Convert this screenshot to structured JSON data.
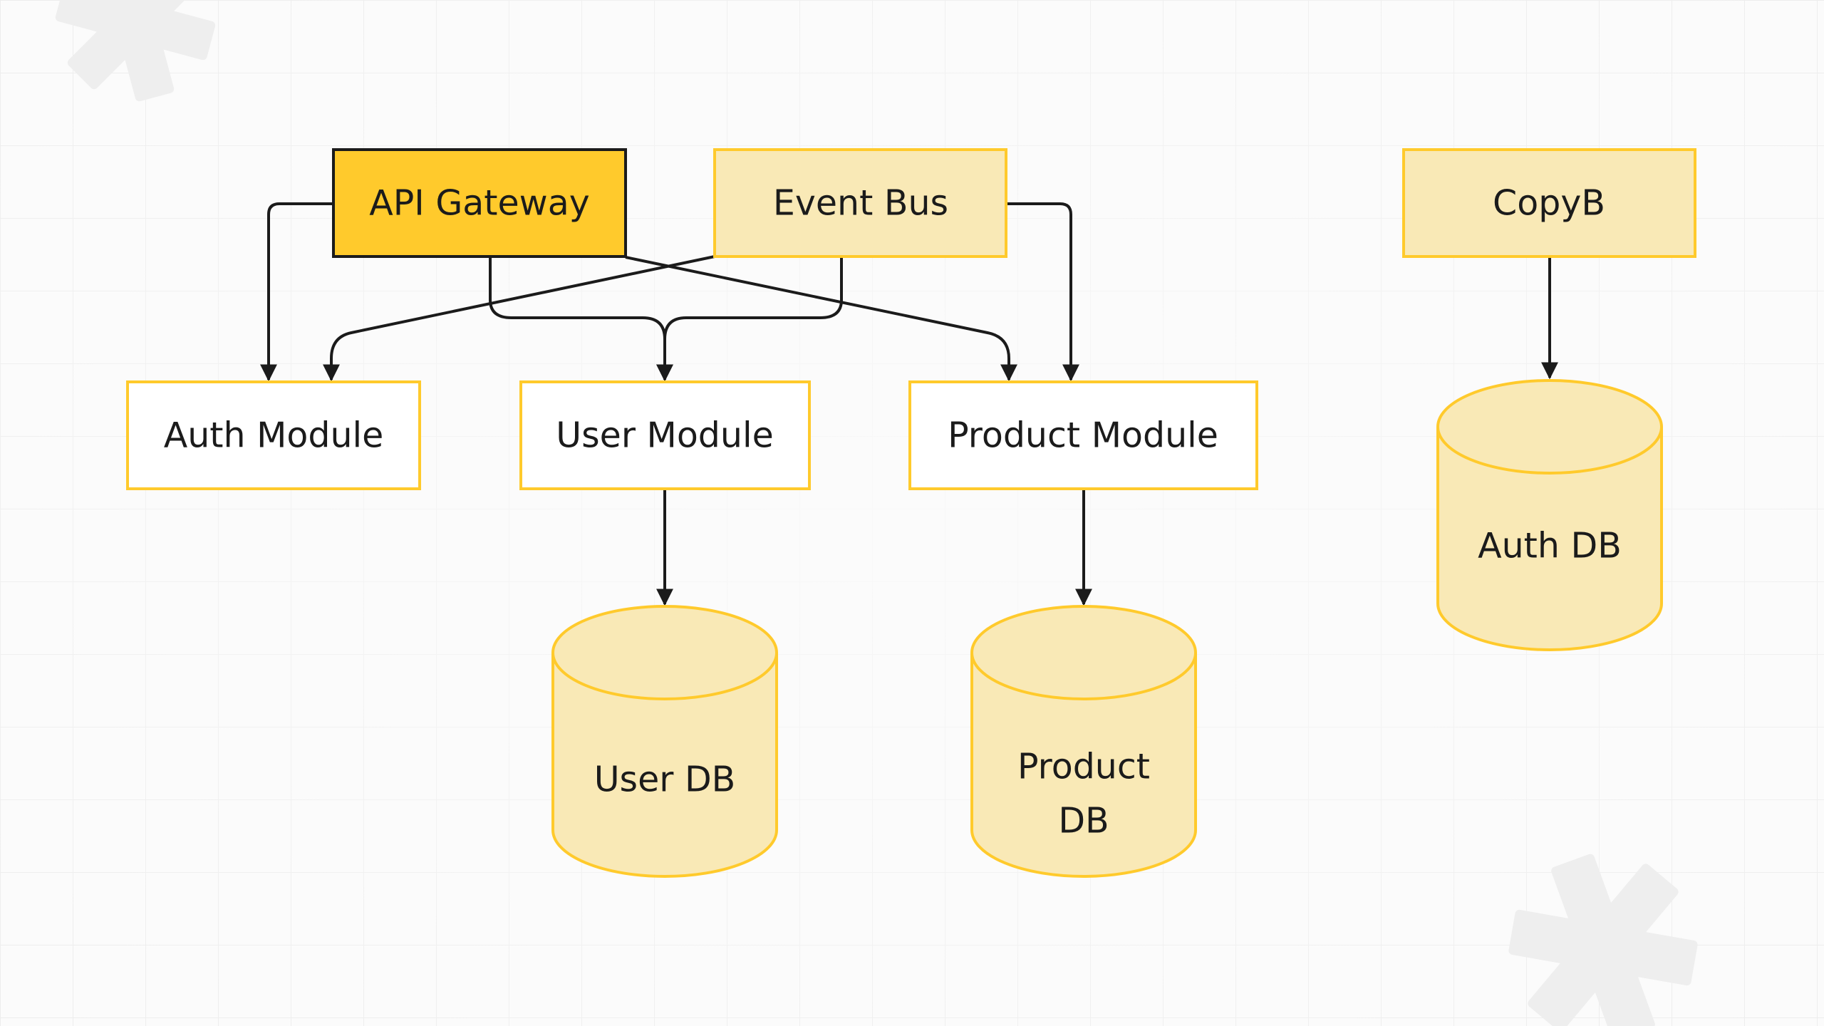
{
  "diagram": {
    "nodes": [
      {
        "id": "api",
        "label": "API Gateway",
        "shape": "rect",
        "style": "primary"
      },
      {
        "id": "bus",
        "label": "Event Bus",
        "shape": "rect",
        "style": "filled"
      },
      {
        "id": "copyb",
        "label": "CopyB",
        "shape": "rect",
        "style": "filled"
      },
      {
        "id": "auth",
        "label": "Auth Module",
        "shape": "rect",
        "style": "outline"
      },
      {
        "id": "user",
        "label": "User Module",
        "shape": "rect",
        "style": "outline"
      },
      {
        "id": "product",
        "label": "Product Module",
        "shape": "rect",
        "style": "outline"
      },
      {
        "id": "userdb",
        "label": "User DB",
        "shape": "cylinder",
        "style": "filled"
      },
      {
        "id": "productdb",
        "label": "Product DB",
        "lines": [
          "Product",
          "DB"
        ],
        "shape": "cylinder",
        "style": "filled"
      },
      {
        "id": "authdb",
        "label": "Auth DB",
        "shape": "cylinder",
        "style": "filled"
      }
    ],
    "edges": [
      {
        "from": "api",
        "to": "auth"
      },
      {
        "from": "api",
        "to": "user"
      },
      {
        "from": "api",
        "to": "product"
      },
      {
        "from": "bus",
        "to": "auth"
      },
      {
        "from": "bus",
        "to": "user"
      },
      {
        "from": "bus",
        "to": "product"
      },
      {
        "from": "user",
        "to": "userdb"
      },
      {
        "from": "product",
        "to": "productdb"
      },
      {
        "from": "copyb",
        "to": "authdb"
      }
    ]
  },
  "colors": {
    "background": "#fbfbfb",
    "grid": "#ececec",
    "watermark": "#eeeeee",
    "primary_fill": "#ffca2c",
    "primary_stroke": "#1b1b1b",
    "filled_fill": "#f9e9b6",
    "accent_stroke": "#ffca2c",
    "outline_fill": "#ffffff",
    "edge": "#1b1b1b",
    "text": "#1b1b1b"
  }
}
